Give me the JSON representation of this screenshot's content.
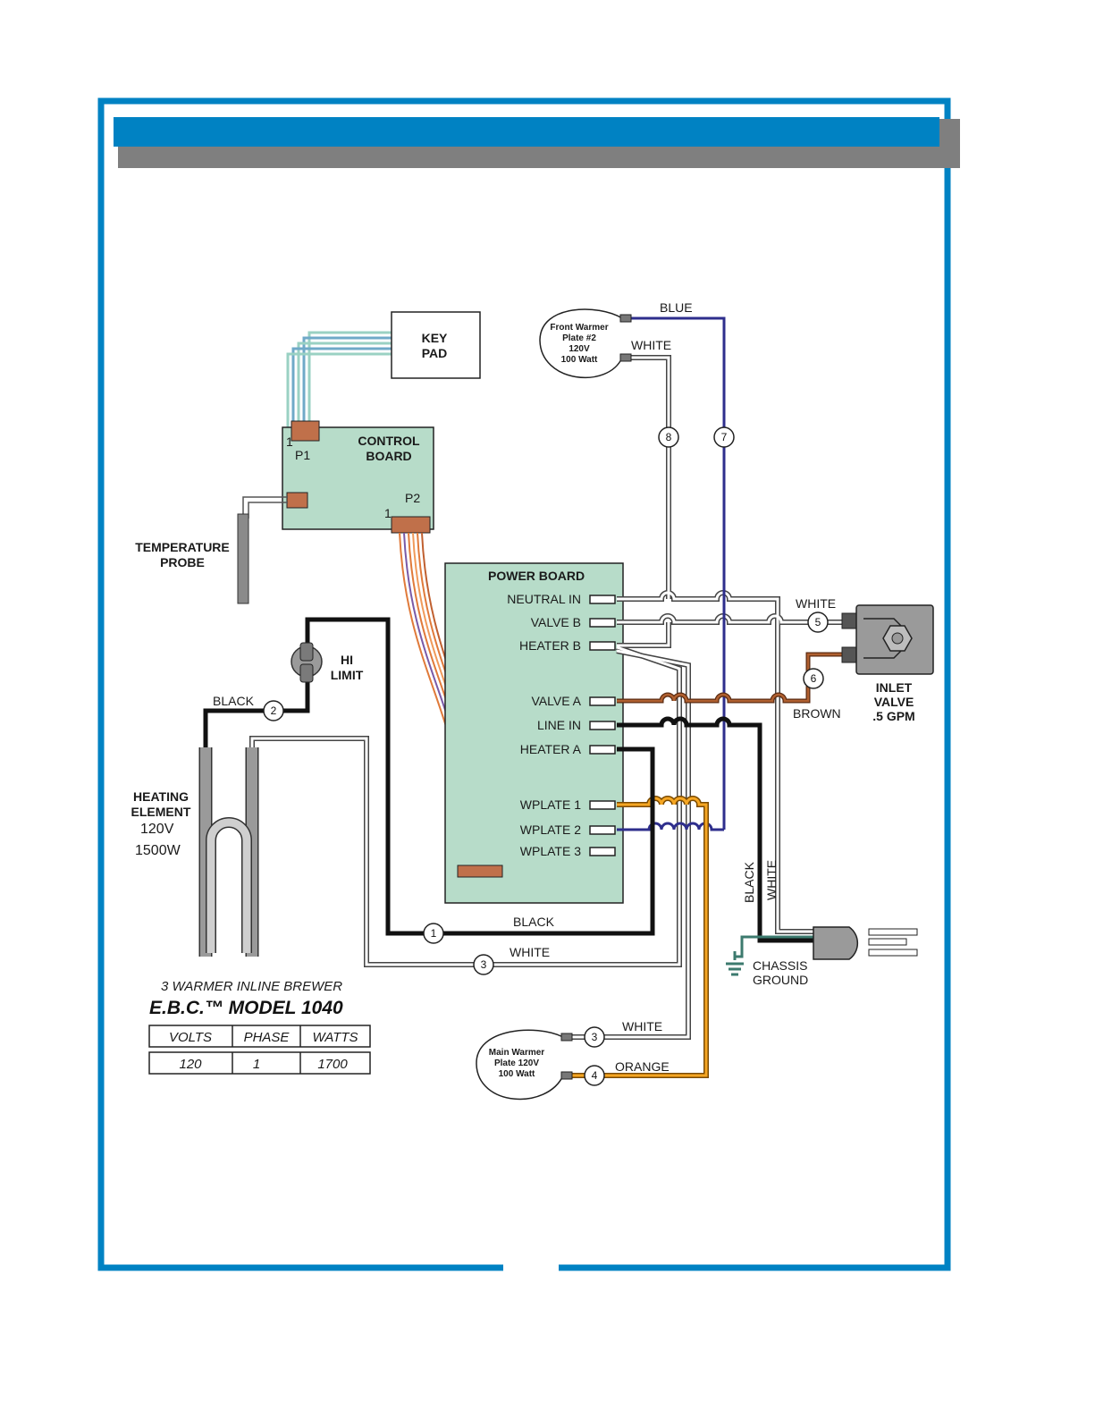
{
  "colors": {
    "frame_blue": "#0082c3",
    "shadow_gray": "#7f7f7f",
    "board_green": "#b7dcc9",
    "connector": "#c0704a",
    "blue_wire": "#2e2e8c",
    "orange_wire": "#f5a623",
    "brown_wire": "#a0522d",
    "ground_green": "#3c7a6e"
  },
  "components": {
    "keypad": "KEY\nPAD",
    "control_board": "CONTROL\nBOARD",
    "p1": "P1",
    "p2": "P2",
    "pin1_p1": "1",
    "pin1_p2": "1",
    "temperature_probe": "TEMPERATURE\nPROBE",
    "hi_limit": "HI\nLIMIT",
    "heating_element": "HEATING\nELEMENT",
    "heating_volts": "120V",
    "heating_watts": "1500W",
    "front_warmer": "Front Warmer\nPlate #2\n120V\n100 Watt",
    "main_warmer": "Main Warmer\nPlate 120V\n100 Watt",
    "inlet_valve": "INLET\nVALVE\n.5 GPM",
    "chassis_ground": "CHASSIS\nGROUND"
  },
  "power_board": {
    "title": "POWER BOARD",
    "terminals": [
      "NEUTRAL IN",
      "VALVE B",
      "HEATER B",
      "VALVE A",
      "LINE IN",
      "HEATER A",
      "WPLATE 1",
      "WPLATE 2",
      "WPLATE 3"
    ]
  },
  "wire_labels": {
    "blue": "BLUE",
    "white_top": "WHITE",
    "white_valve": "WHITE",
    "brown": "BROWN",
    "black_elem": "BLACK",
    "black_bottom": "BLACK",
    "white_bottom": "WHITE",
    "white_main": "WHITE",
    "orange": "ORANGE",
    "black_vertical": "BLACK",
    "white_vertical": "WHITE"
  },
  "wire_numbers": {
    "n8": "8",
    "n7": "7",
    "n5": "5",
    "n6": "6",
    "n2": "2",
    "n1": "1",
    "n3a": "3",
    "n3b": "3",
    "n4": "4"
  },
  "spec": {
    "subtitle": "3 WARMER INLINE BREWER",
    "model": "E.B.C.™ MODEL 1040",
    "headers": [
      "VOLTS",
      "PHASE",
      "WATTS"
    ],
    "values": [
      "120",
      "1",
      "1700"
    ]
  }
}
